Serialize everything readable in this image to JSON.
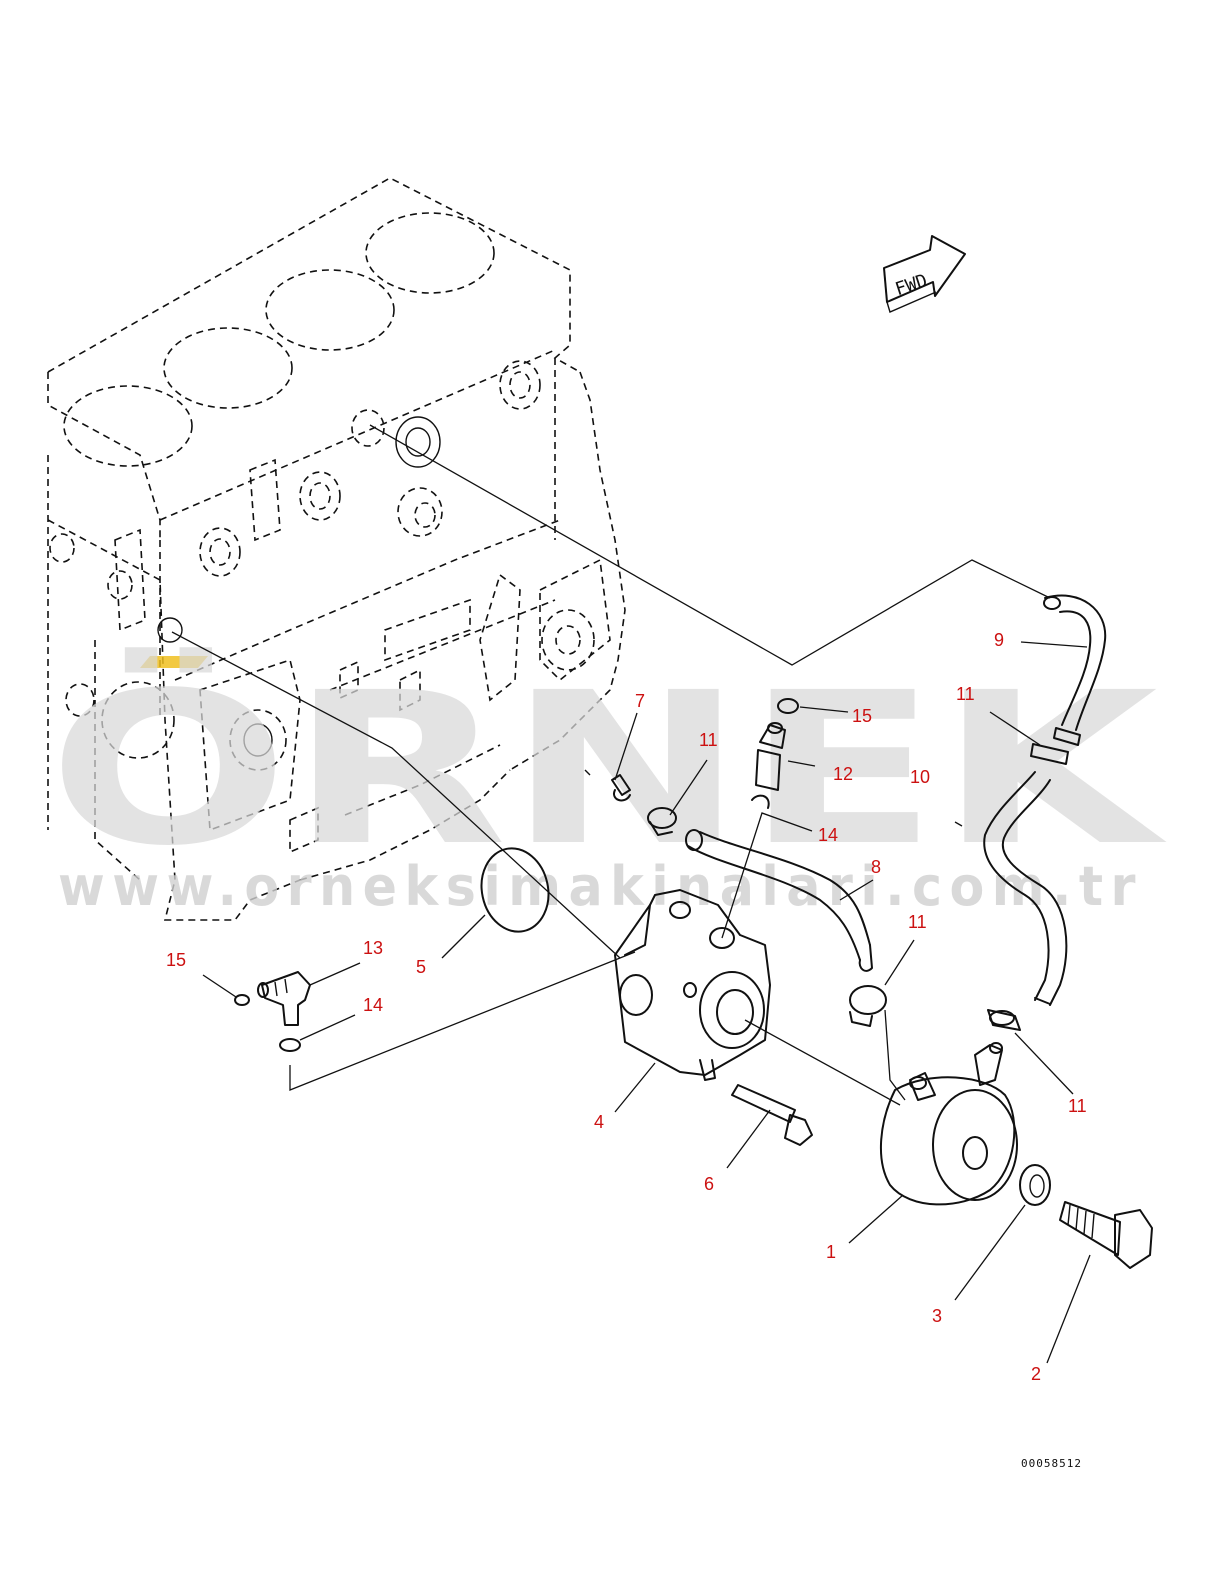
{
  "callouts": [
    {
      "id": "c1",
      "label": "1"
    },
    {
      "id": "c2",
      "label": "2"
    },
    {
      "id": "c3",
      "label": "3"
    },
    {
      "id": "c4",
      "label": "4"
    },
    {
      "id": "c5",
      "label": "5"
    },
    {
      "id": "c6",
      "label": "6"
    },
    {
      "id": "c7",
      "label": "7"
    },
    {
      "id": "c8",
      "label": "8"
    },
    {
      "id": "c9",
      "label": "9"
    },
    {
      "id": "c10",
      "label": "10"
    },
    {
      "id": "c11a",
      "label": "11"
    },
    {
      "id": "c11b",
      "label": "11"
    },
    {
      "id": "c11c",
      "label": "11"
    },
    {
      "id": "c11d",
      "label": "11"
    },
    {
      "id": "c12",
      "label": "12"
    },
    {
      "id": "c13",
      "label": "13"
    },
    {
      "id": "c14a",
      "label": "14"
    },
    {
      "id": "c14b",
      "label": "14"
    },
    {
      "id": "c15a",
      "label": "15"
    },
    {
      "id": "c15b",
      "label": "15"
    }
  ],
  "fwd_marker": {
    "text": "FWD",
    "icon": "forward-arrow-icon"
  },
  "watermark": {
    "logo_text": "ÖRNEK",
    "url": "www.orneksimakinalari.com.tr"
  },
  "drawing_id": "00058512",
  "colors": {
    "callout": "#cc1111",
    "line": "#111111",
    "watermark": "#d9d9d9",
    "watermark_accent": "#f0c020"
  }
}
